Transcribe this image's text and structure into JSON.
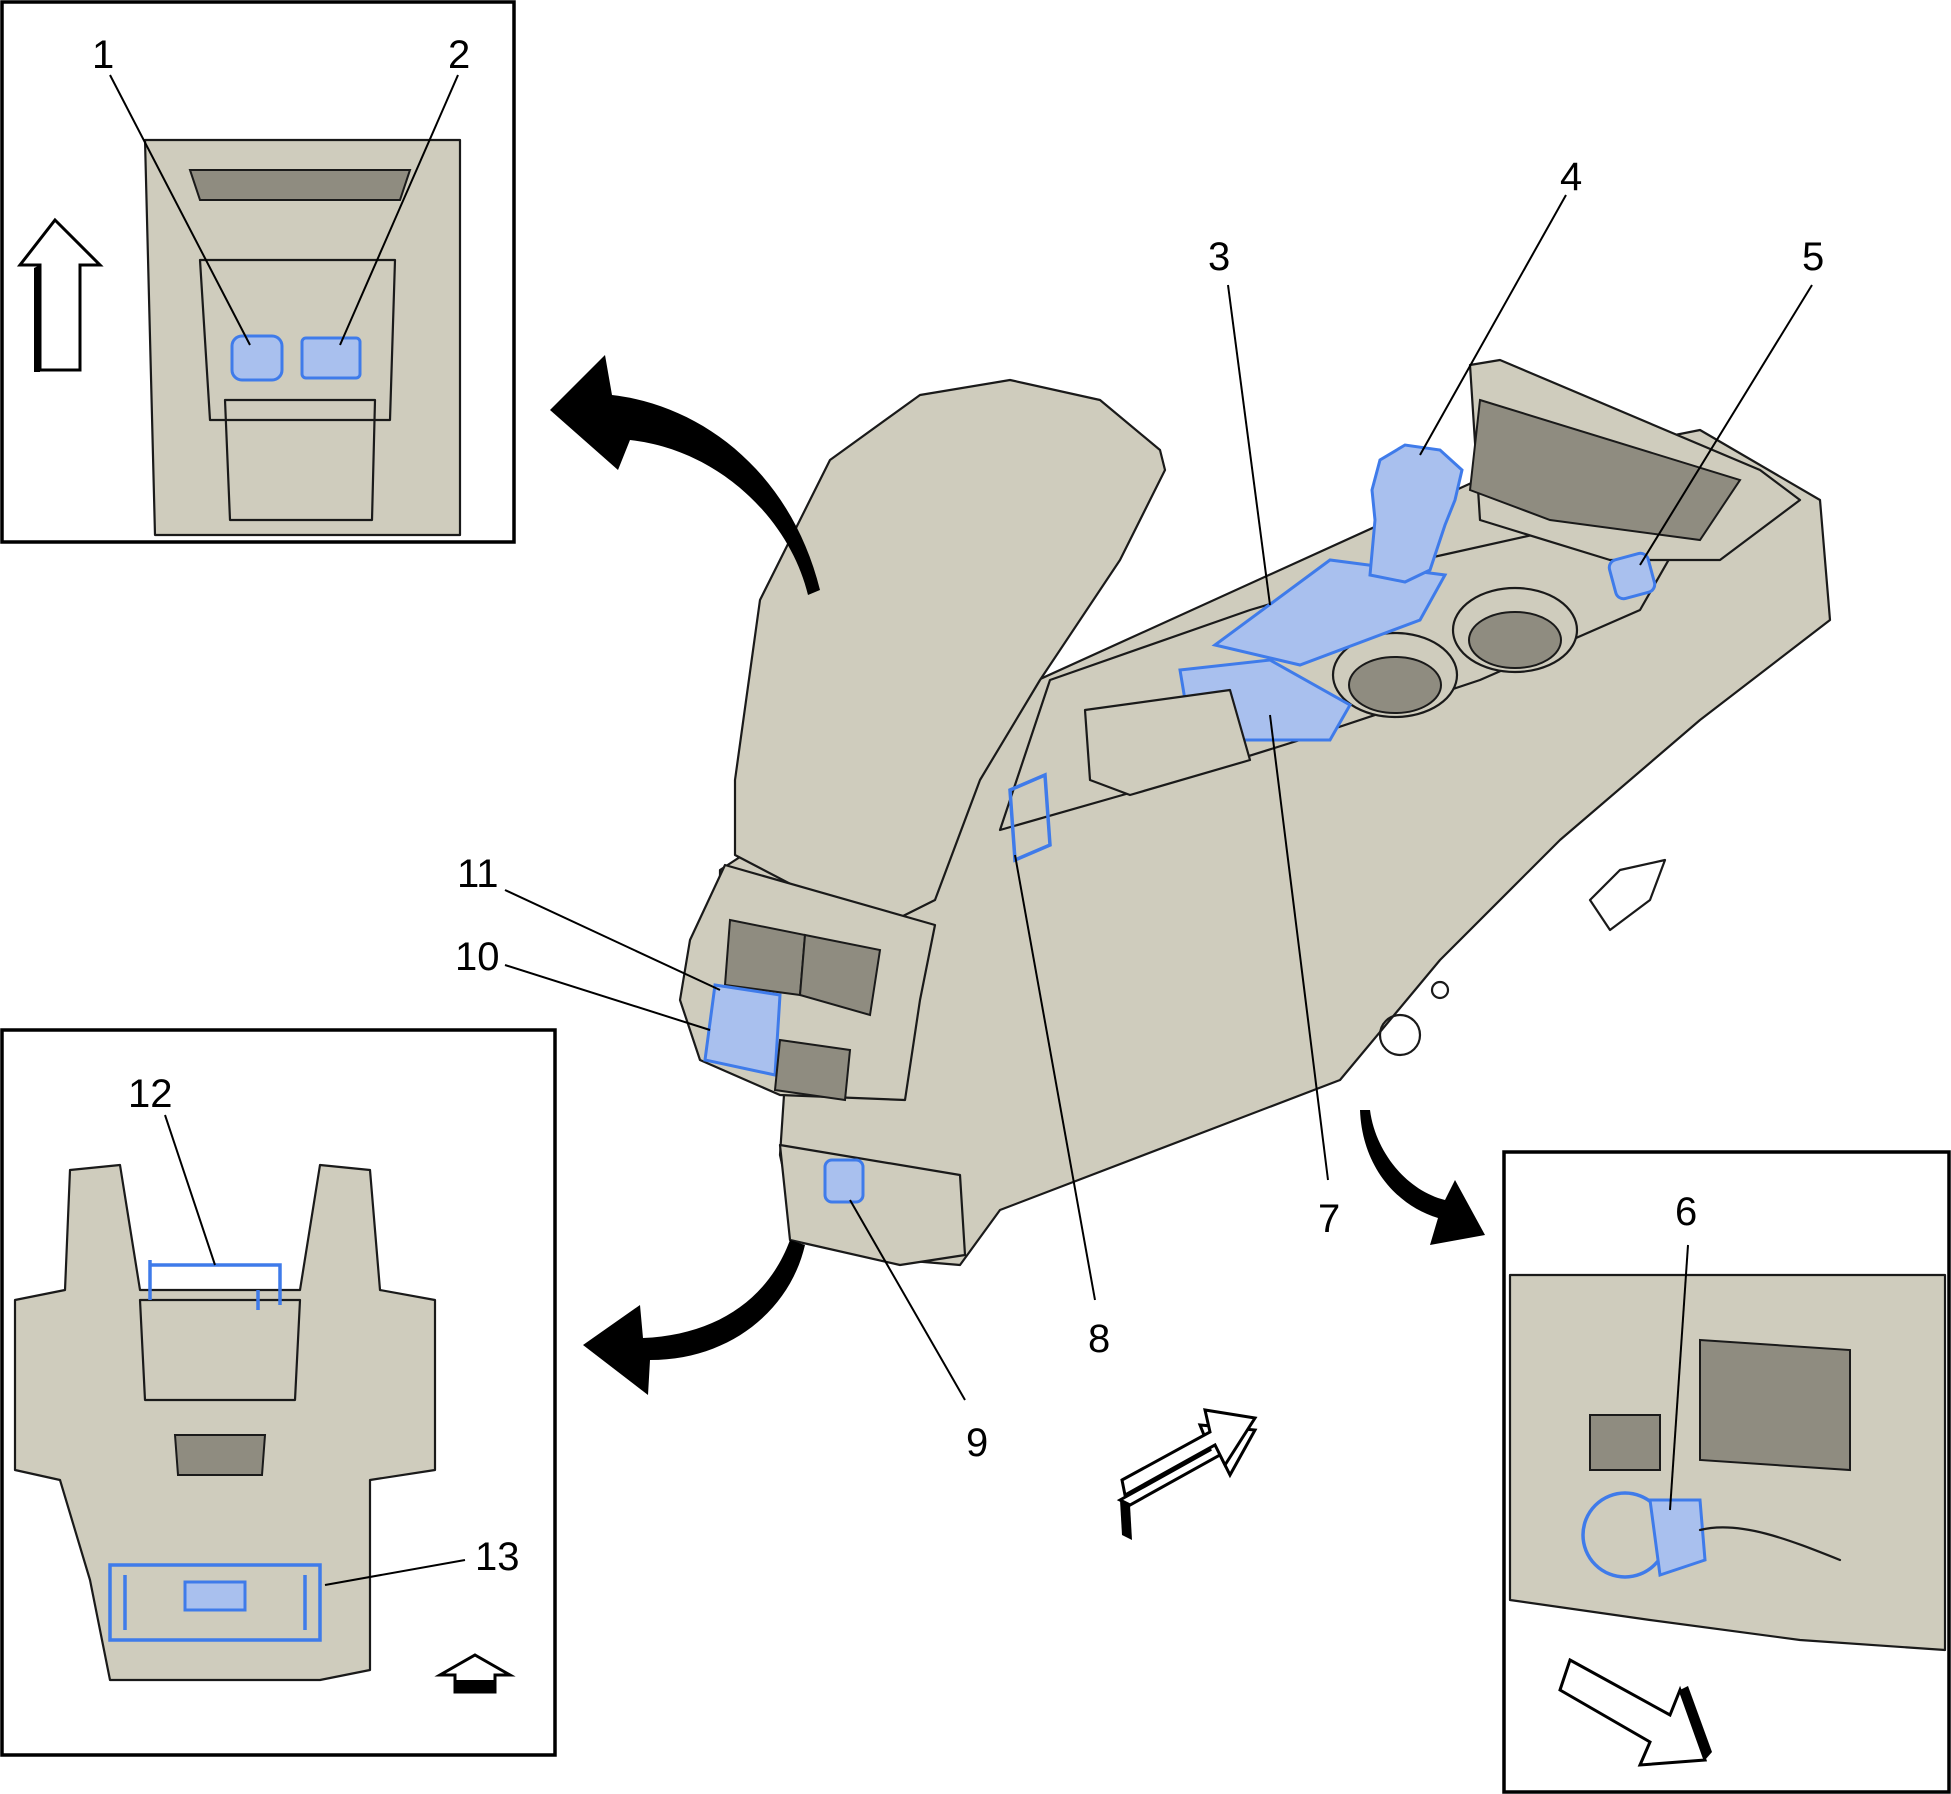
{
  "callouts": [
    {
      "id": "1",
      "label": "1"
    },
    {
      "id": "2",
      "label": "2"
    },
    {
      "id": "3",
      "label": "3"
    },
    {
      "id": "4",
      "label": "4"
    },
    {
      "id": "5",
      "label": "5"
    },
    {
      "id": "6",
      "label": "6"
    },
    {
      "id": "7",
      "label": "7"
    },
    {
      "id": "8",
      "label": "8"
    },
    {
      "id": "9",
      "label": "9"
    },
    {
      "id": "10",
      "label": "10"
    },
    {
      "id": "11",
      "label": "11"
    },
    {
      "id": "12",
      "label": "12"
    },
    {
      "id": "13",
      "label": "13"
    }
  ],
  "colors": {
    "part_fill": "#cfccbd",
    "highlight_fill": "#a9c0ee",
    "highlight_stroke": "#3f7bea",
    "line": "#1a1a1a"
  }
}
